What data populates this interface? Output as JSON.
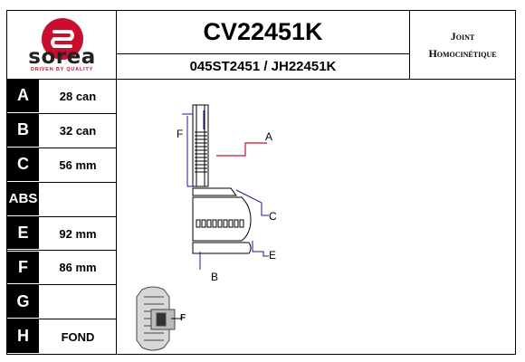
{
  "brand": {
    "name": "sorea",
    "tagline": "DRIVEN BY QUALITY",
    "color": "#c8102e"
  },
  "header": {
    "code": "CV22451K",
    "references": "045ST2451 / JH22451K",
    "type_line1": "Joint",
    "type_line2": "Homocinétique"
  },
  "specs": [
    {
      "letter": "A",
      "value": "28 can"
    },
    {
      "letter": "B",
      "value": "32 can"
    },
    {
      "letter": "C",
      "value": "56 mm"
    },
    {
      "letter": "ABS",
      "value": ""
    },
    {
      "letter": "E",
      "value": "92 mm"
    },
    {
      "letter": "F",
      "value": "86 mm"
    },
    {
      "letter": "G",
      "value": ""
    },
    {
      "letter": "H",
      "value": "FOND"
    }
  ],
  "diagram": {
    "label_a": "A",
    "label_b": "B",
    "label_c": "C",
    "label_e": "E",
    "label_f": "F",
    "label_f_small": "F",
    "accent_color": "#c8102e",
    "line_color": "#1a1a8c"
  }
}
